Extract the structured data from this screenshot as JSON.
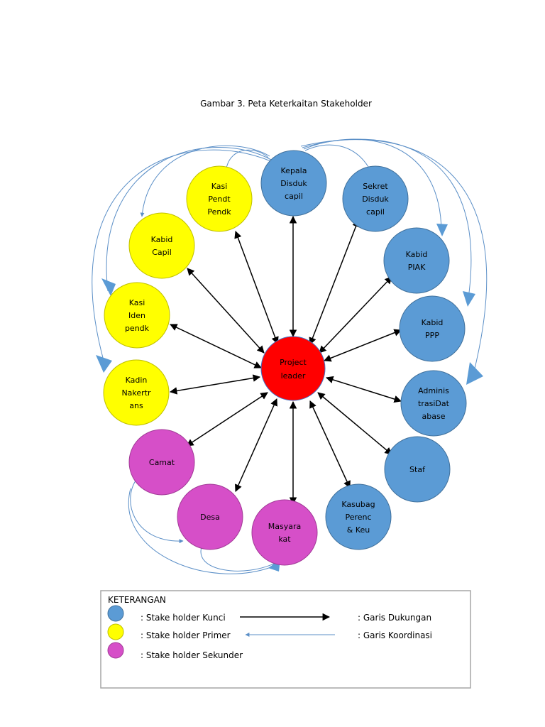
{
  "title": "Gambar 3. Peta Keterkaitan Stakeholder",
  "colors": {
    "kunci": "#5b9bd5",
    "primer": "#ffff00",
    "sekunder": "#d64fc8",
    "center": "#ff0000",
    "support_line": "#000000",
    "coord_line": "#5b8fc7"
  },
  "center": {
    "label_lines": [
      "Project",
      "leader"
    ]
  },
  "nodes": [
    {
      "id": "kepala",
      "label_lines": [
        "Kepala",
        "Disduk",
        "capil"
      ],
      "group": "kunci"
    },
    {
      "id": "sekret",
      "label_lines": [
        "Sekret",
        "Disduk",
        "capil"
      ],
      "group": "kunci"
    },
    {
      "id": "kabid-piak",
      "label_lines": [
        "Kabid",
        "PIAK"
      ],
      "group": "kunci"
    },
    {
      "id": "kabid-ppp",
      "label_lines": [
        "Kabid",
        "PPP"
      ],
      "group": "kunci"
    },
    {
      "id": "adminis",
      "label_lines": [
        "Adminis",
        "trasiDat",
        "abase"
      ],
      "group": "kunci"
    },
    {
      "id": "staf",
      "label_lines": [
        "Staf"
      ],
      "group": "kunci"
    },
    {
      "id": "kasubag",
      "label_lines": [
        "Kasubag",
        "Perenc",
        "& Keu"
      ],
      "group": "kunci"
    },
    {
      "id": "masyarakat",
      "label_lines": [
        "Masyara",
        "kat"
      ],
      "group": "sekunder"
    },
    {
      "id": "desa",
      "label_lines": [
        "Desa"
      ],
      "group": "sekunder"
    },
    {
      "id": "camat",
      "label_lines": [
        "Camat"
      ],
      "group": "sekunder"
    },
    {
      "id": "kadin",
      "label_lines": [
        "Kadin",
        "Nakertr",
        "ans"
      ],
      "group": "primer"
    },
    {
      "id": "kasi-iden",
      "label_lines": [
        "Kasi",
        "Iden",
        "pendk"
      ],
      "group": "primer"
    },
    {
      "id": "kabid-capil",
      "label_lines": [
        "Kabid",
        "Capil"
      ],
      "group": "primer"
    },
    {
      "id": "kasi-pendt",
      "label_lines": [
        "Kasi",
        "Pendt",
        "Pendk"
      ],
      "group": "primer"
    }
  ],
  "legend": {
    "heading": "KETERANGAN",
    "kunci": ": Stake holder Kunci",
    "primer": ": Stake holder Primer",
    "sekunder": ": Stake holder Sekunder",
    "dukungan": ": Garis Dukungan",
    "koordinasi": ": Garis Koordinasi"
  }
}
